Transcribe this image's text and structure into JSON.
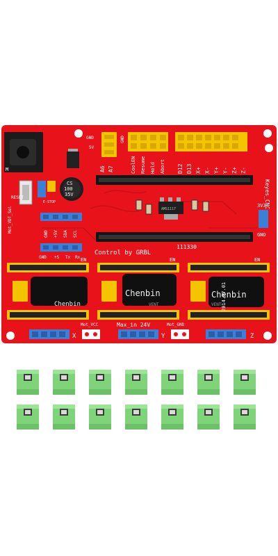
{
  "board": {
    "brand": "Keyes_CNC",
    "control_label": "Control by GRBL",
    "serial": "111330",
    "date": "2014.07.01",
    "regulator_label": "AMS1117",
    "labels": {
      "gnd_top": "GND",
      "v5": "5V",
      "a6": "A6",
      "a7": "A7",
      "gnd_mid": "GND",
      "coolen": "CoolEN",
      "resume": "Resume",
      "hold": "Hold",
      "abort": "Abort",
      "d12": "D12",
      "d13": "D13",
      "xp": "X+",
      "xm": "X-",
      "yp": "Y+",
      "ym": "Y-",
      "zp": "Z+",
      "zm": "Z-",
      "reset": "RESET",
      "estop": "E-STOP",
      "mot_vdt": "Mot_VDT_Sel",
      "gnd_i2c": "GND",
      "p5v": "+5V",
      "sda": "SDA",
      "scl": "SCL",
      "gnd_ser": "GND",
      "plus5": "+5",
      "tx": "Tx",
      "rx": "Rx",
      "v33": "3V3",
      "gnd_right": "GND",
      "en1": "EN",
      "en2": "EN",
      "en3": "EN",
      "mot_vcc": "Mot_VCC",
      "max_in": "Max_in 24V",
      "mot_gnd": "Mot_GND",
      "axis_x": "X",
      "axis_y": "Y",
      "axis_z": "Z",
      "power_m": "M"
    },
    "capacitor_small": {
      "line1": "CS",
      "line2": "100",
      "line3": "35V"
    },
    "capacitor_brand": "Chenbin",
    "capacitor_vent": "VENT"
  },
  "jumper_count": 14,
  "colors": {
    "pcb": "#e8121a",
    "pcb_dark": "#b60c12",
    "header_yellow": "#f5c400",
    "header_blue": "#3c7fd6",
    "jumper_green": "#7fd47a",
    "silk": "#ffffff"
  }
}
